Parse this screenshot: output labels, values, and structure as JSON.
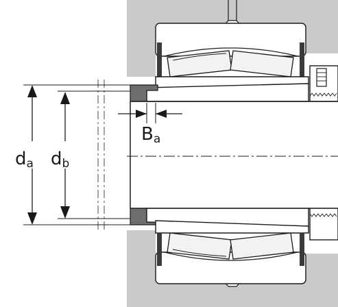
{
  "labels": {
    "d_a": {
      "main": "d",
      "sub": "a"
    },
    "d_b": {
      "main": "d",
      "sub": "b"
    },
    "B_a": {
      "main": "B",
      "sub": "a"
    }
  },
  "colors": {
    "housing": "#c9c9c9",
    "sleeve": "#6e6e6e",
    "ring": "#ffffff",
    "line": "#1a1a1a",
    "roller": "#f2f2f2"
  }
}
